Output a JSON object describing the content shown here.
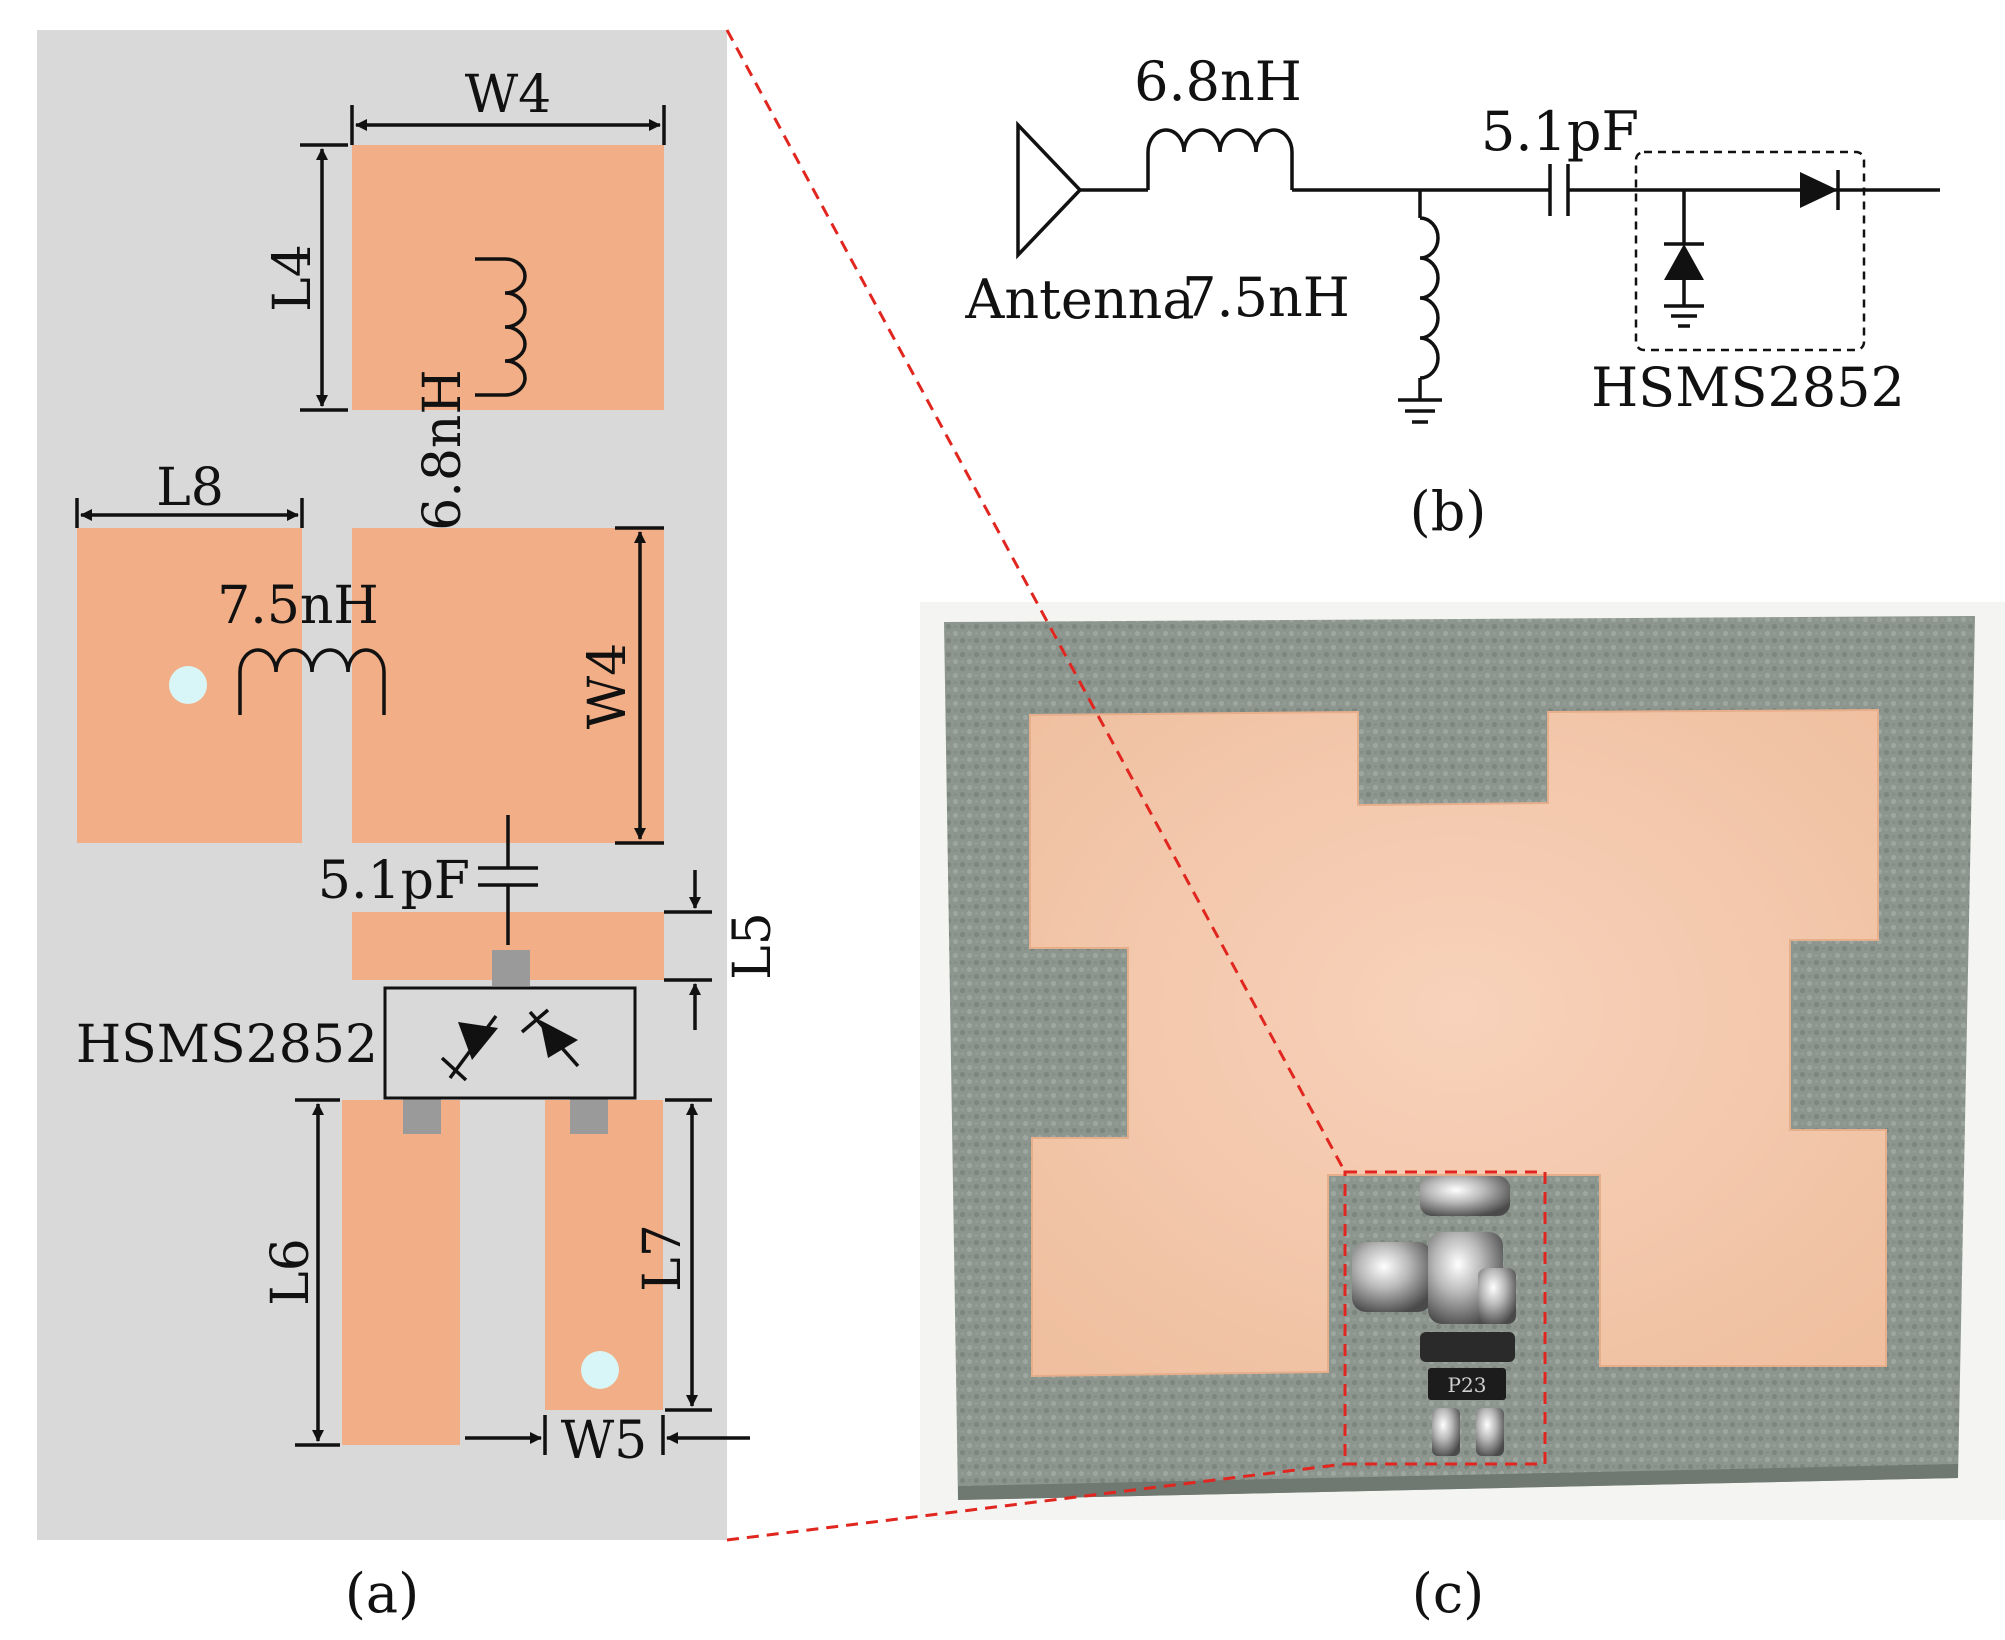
{
  "panel_a": {
    "caption": "(a)",
    "dimensions": {
      "w4_top": "W4",
      "l4": "L4",
      "l8": "L8",
      "w4_side": "W4",
      "l5": "L5",
      "l6": "L6",
      "l7": "L7",
      "w5": "W5"
    },
    "components": {
      "inductor_series": "6.8nH",
      "inductor_shunt": "7.5nH",
      "capacitor": "5.1pF",
      "diode_package": "HSMS2852"
    }
  },
  "panel_b": {
    "caption": "(b)",
    "antenna": "Antenna",
    "inductor_series": "6.8nH",
    "inductor_shunt": "7.5nH",
    "capacitor": "5.1pF",
    "diode_package": "HSMS2852"
  },
  "panel_c": {
    "caption": "(c)",
    "chip_marking": "P23"
  },
  "colors": {
    "copper": "#f2ae86",
    "layout_background": "#d9d9d9",
    "via": "#d8f6f8",
    "pad": "#9a9a9a",
    "substrate": "#8d978f",
    "zoom_line": "#e0261f"
  }
}
